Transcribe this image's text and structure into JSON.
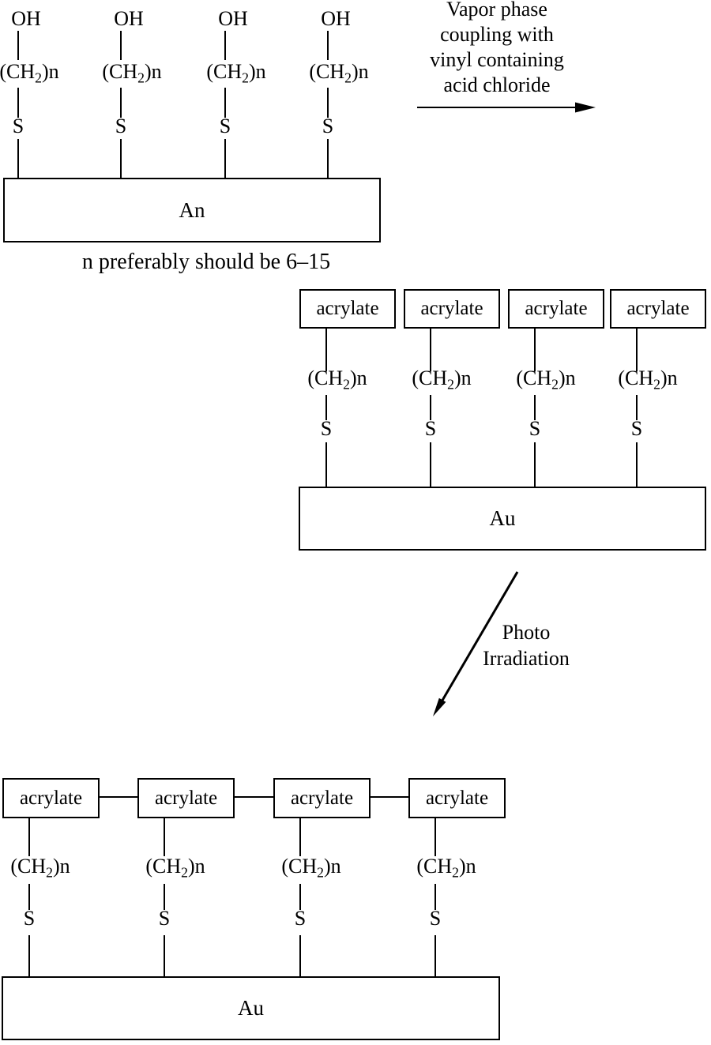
{
  "page": {
    "background": "#ffffff",
    "ink": "#000000"
  },
  "step1": {
    "chain_head": "OH",
    "ch2": {
      "pre": "(CH",
      "sub": "2",
      "post": ")n"
    },
    "sulfur": "S",
    "substrate": "An",
    "caption": "n preferably should be 6–15"
  },
  "vapor_arrow": {
    "lines": [
      "Vapor phase",
      "coupling with",
      "vinyl containing",
      "acid chloride"
    ]
  },
  "step2": {
    "chain_head": "acrylate",
    "ch2": {
      "pre": "(CH",
      "sub": "2",
      "post": ")n"
    },
    "sulfur": "S",
    "substrate": "Au"
  },
  "photo_arrow": {
    "lines": [
      "Photo",
      "Irradiation"
    ]
  },
  "step3": {
    "chain_head": "acrylate",
    "ch2": {
      "pre": "(CH",
      "sub": "2",
      "post": ")n"
    },
    "sulfur": "S",
    "substrate": "Au"
  }
}
